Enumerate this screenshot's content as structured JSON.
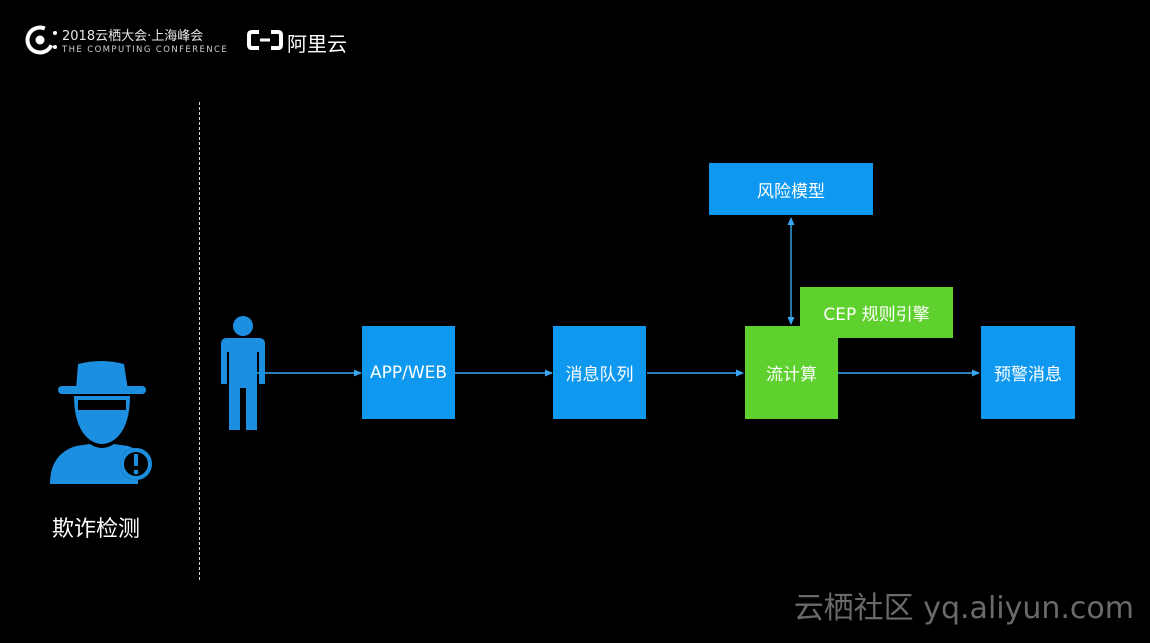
{
  "header": {
    "event_title": "2018云栖大会·上海峰会",
    "event_subtitle": "THE COMPUTING CONFERENCE",
    "brand": "阿里云",
    "event_logo_icon": "conference-logo-icon",
    "brand_logo_icon": "aliyun-logo-icon"
  },
  "left_panel": {
    "icon": "suspect-alert-icon",
    "label": "欺诈检测"
  },
  "diagram": {
    "user_icon": "person-icon",
    "nodes": {
      "app_web": "APP/WEB",
      "message_queue": "消息队列",
      "stream_compute": "流计算",
      "cep_engine": "CEP 规则引擎",
      "risk_model": "风险模型",
      "alert_message": "预警消息"
    },
    "colors": {
      "blue_node": "#0e98f0",
      "green_node": "#5fd12f",
      "connector": "#3aa7f2",
      "background": "#000000"
    }
  },
  "watermark": "云栖社区 yq.aliyun.com"
}
